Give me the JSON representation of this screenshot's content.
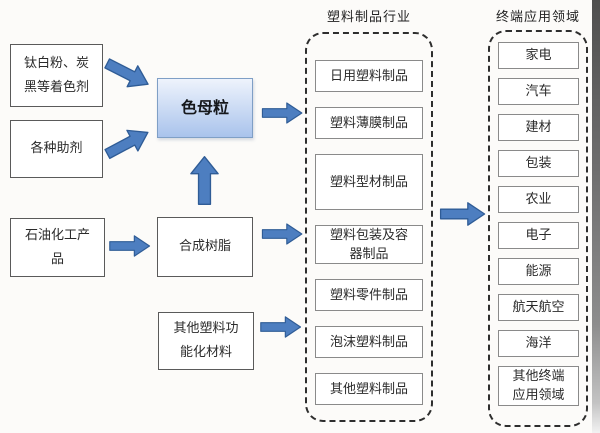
{
  "colors": {
    "bg": "#fcfbf9",
    "text": "#2b2b2b",
    "box-border": "#5a5a5a",
    "inner-box-border": "#8a8a8a",
    "container-border": "#2e2e2e",
    "arrow-fill": "#4d7ec0",
    "arrow-stroke": "#2f5c96",
    "masterbatch-grad-top": "#eef3fc",
    "masterbatch-grad-bottom": "#a9c3ec",
    "masterbatch-border": "#7f9fc6"
  },
  "flow": {
    "inputs": [
      {
        "label": "钛白粉、炭\n黑等着色剂"
      },
      {
        "label": "各种助剂"
      },
      {
        "label": "石油化工产\n品"
      },
      {
        "label": "其他塑料功\n能化材料"
      }
    ],
    "masterbatch": {
      "label": "色母粒"
    },
    "resin": {
      "label": "合成树脂"
    }
  },
  "industry_panel": {
    "title": "塑料制品行业",
    "items": [
      {
        "label": "日用塑料制品"
      },
      {
        "label": "塑料薄膜制品"
      },
      {
        "label": "塑料型材制品"
      },
      {
        "label": "塑料包装及容\n器制品"
      },
      {
        "label": "塑料零件制品"
      },
      {
        "label": "泡沫塑料制品"
      },
      {
        "label": "其他塑料制品"
      }
    ]
  },
  "application_panel": {
    "title": "终端应用领域",
    "items": [
      {
        "label": "家电"
      },
      {
        "label": "汽车"
      },
      {
        "label": "建材"
      },
      {
        "label": "包装"
      },
      {
        "label": "农业"
      },
      {
        "label": "电子"
      },
      {
        "label": "能源"
      },
      {
        "label": "航天航空"
      },
      {
        "label": "海洋"
      },
      {
        "label": "其他终端\n应用领域"
      }
    ]
  }
}
